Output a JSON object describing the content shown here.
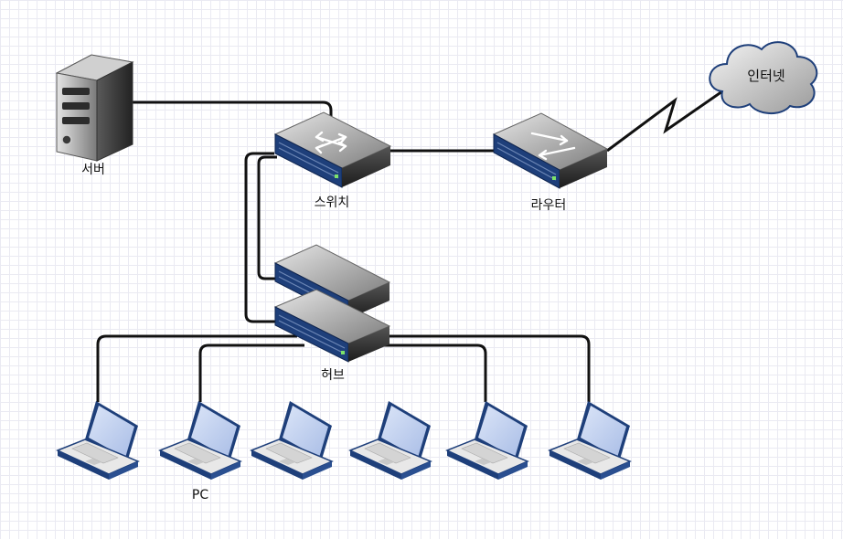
{
  "diagram": {
    "nodes": {
      "server": {
        "label": "서버",
        "icon": "server-icon"
      },
      "switch": {
        "label": "스위치",
        "icon": "switch-icon"
      },
      "router": {
        "label": "라우터",
        "icon": "router-icon"
      },
      "internet": {
        "label": "인터넷",
        "icon": "cloud-icon"
      },
      "hub": {
        "label": "허브",
        "icon": "hub-icon"
      },
      "pc": {
        "label": "PC",
        "icon": "laptop-icon"
      }
    },
    "laptop_count": 6,
    "colors": {
      "link": "#111111",
      "device_front": "#1e3f7a",
      "cloud_edge": "#1e3f7a",
      "laptop_screen": "#c8d6f2",
      "laptop_body": "#e8e8e8"
    }
  }
}
